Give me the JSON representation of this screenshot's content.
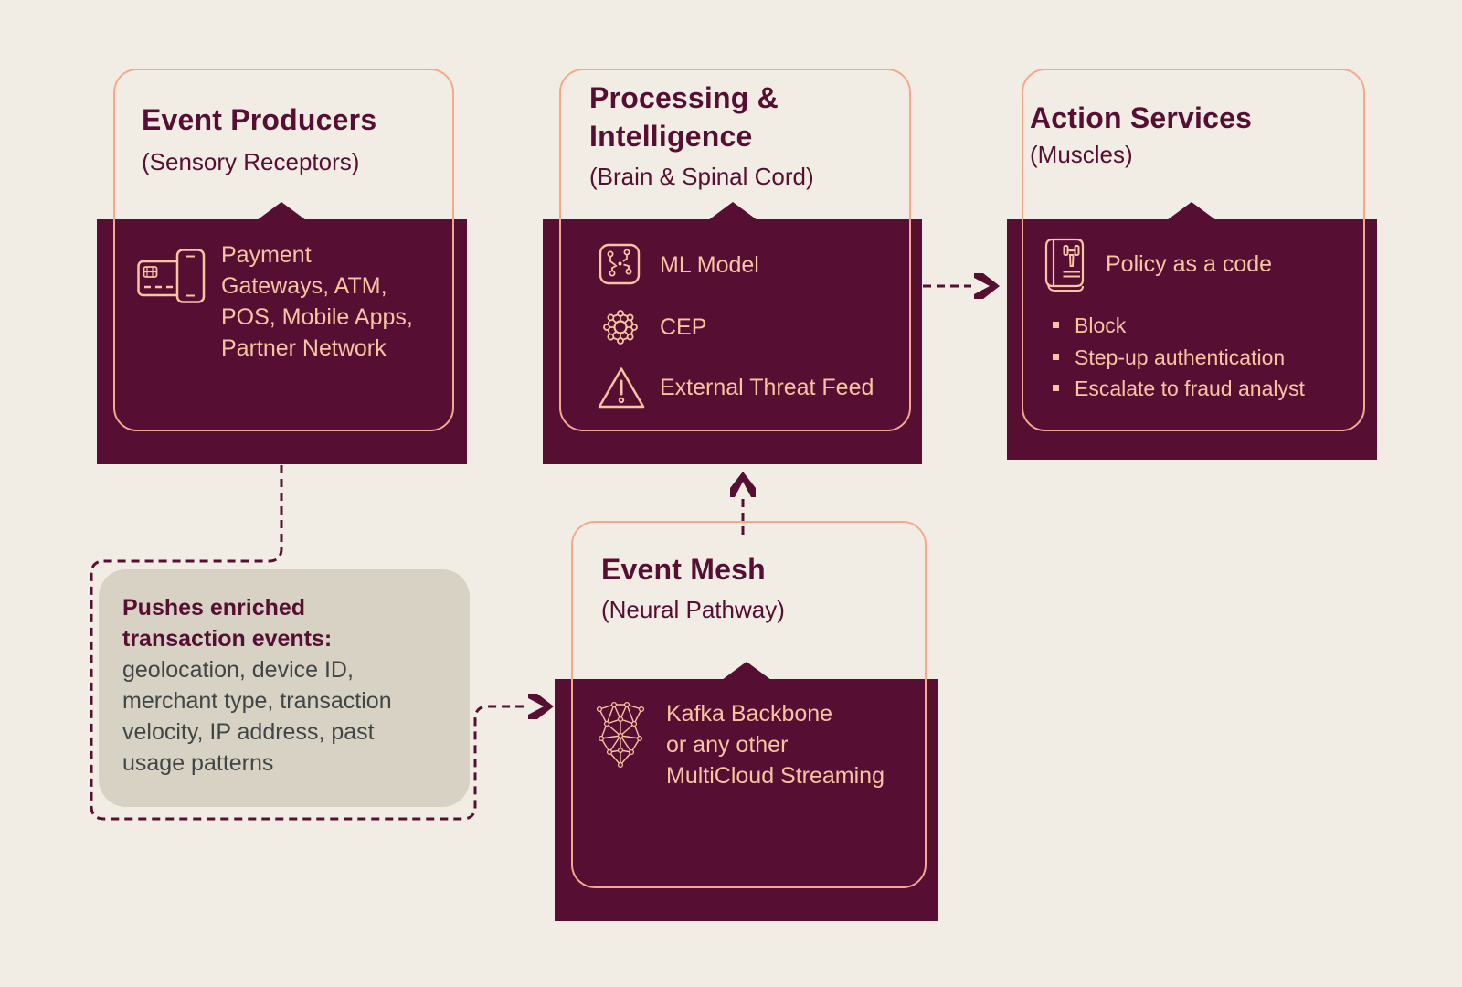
{
  "palette": {
    "background": "#F2EDE4",
    "box_fill": "#570E33",
    "outline": "#F5A98A",
    "box_text": "#F7C5A2",
    "note_bg": "#D8D2C4",
    "note_text": "#3F4648"
  },
  "boxes": {
    "event_producers": {
      "title": "Event Producers",
      "subtitle": "(Sensory Receptors)",
      "icon": "card-phone-icon",
      "body_lines": [
        "Payment",
        "Gateways, ATM,",
        "POS, Mobile Apps,",
        "Partner Network"
      ]
    },
    "processing_intelligence": {
      "title_lines": [
        "Processing &",
        "Intelligence"
      ],
      "subtitle": "(Brain & Spinal Cord)",
      "items": [
        {
          "icon": "ml-model-icon",
          "label": "ML Model"
        },
        {
          "icon": "cep-icon",
          "label": "CEP"
        },
        {
          "icon": "threat-warning-icon",
          "label": "External Threat Feed"
        }
      ]
    },
    "action_services": {
      "title": "Action Services",
      "subtitle": "(Muscles)",
      "feature": {
        "icon": "policy-book-icon",
        "label": "Policy as a code"
      },
      "bullets": [
        "Block",
        "Step-up authentication",
        "Escalate to fraud analyst"
      ]
    },
    "event_mesh": {
      "title": "Event Mesh",
      "subtitle": "(Neural Pathway)",
      "icon": "kafka-mesh-icon",
      "body_lines": [
        "Kafka Backbone",
        "or any other",
        "MultiCloud Streaming"
      ]
    }
  },
  "note": {
    "bold_lines": [
      "Pushes enriched",
      "transaction events:"
    ],
    "body_lines": [
      "geolocation, device ID,",
      "merchant type, transaction",
      "velocity, IP address, past",
      "usage patterns"
    ]
  }
}
